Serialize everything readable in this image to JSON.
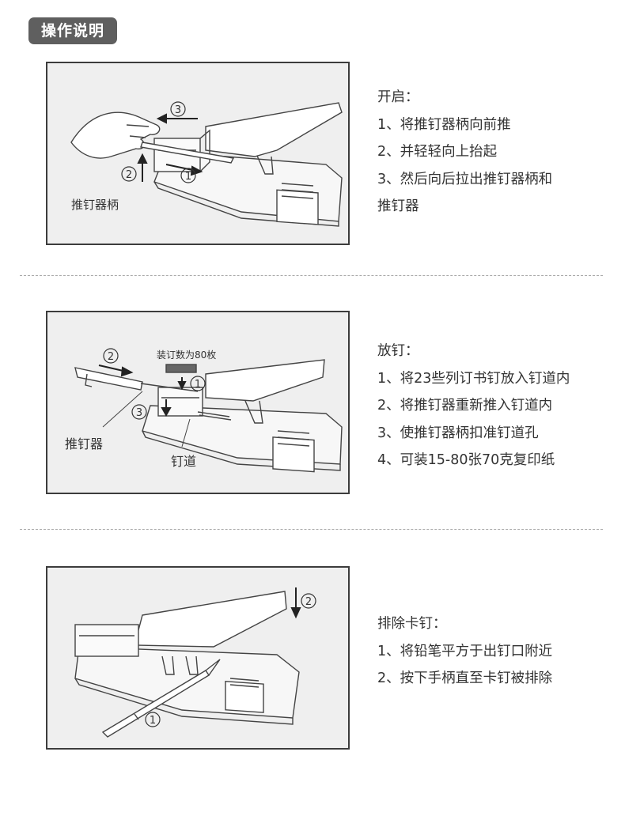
{
  "header": {
    "title": "操作说明"
  },
  "sections": [
    {
      "heading": "开启：",
      "steps": [
        "1、将推钉器柄向前推",
        "2、并轻轻向上抬起",
        "3、然后向后拉出推钉器柄和",
        "推钉器"
      ],
      "figure": {
        "label": "推钉器柄",
        "markers": [
          "③",
          "②",
          "①"
        ]
      }
    },
    {
      "heading": "放钉：",
      "steps": [
        "1、将23些列订书钉放入钉道内",
        "2、将推钉器重新推入钉道内",
        "3、使推钉器柄扣准钉道孔",
        "4、可装15-80张70克复印纸"
      ],
      "figure": {
        "label_pusher": "推钉器",
        "label_channel": "钉道",
        "label_capacity": "装订数为80枚",
        "markers": [
          "②",
          "①",
          "③"
        ]
      }
    },
    {
      "heading": "排除卡钉：",
      "steps": [
        "1、将铅笔平方于出钉口附近",
        "2、按下手柄直至卡钉被排除"
      ],
      "figure": {
        "markers": [
          "②",
          "①"
        ]
      }
    }
  ]
}
